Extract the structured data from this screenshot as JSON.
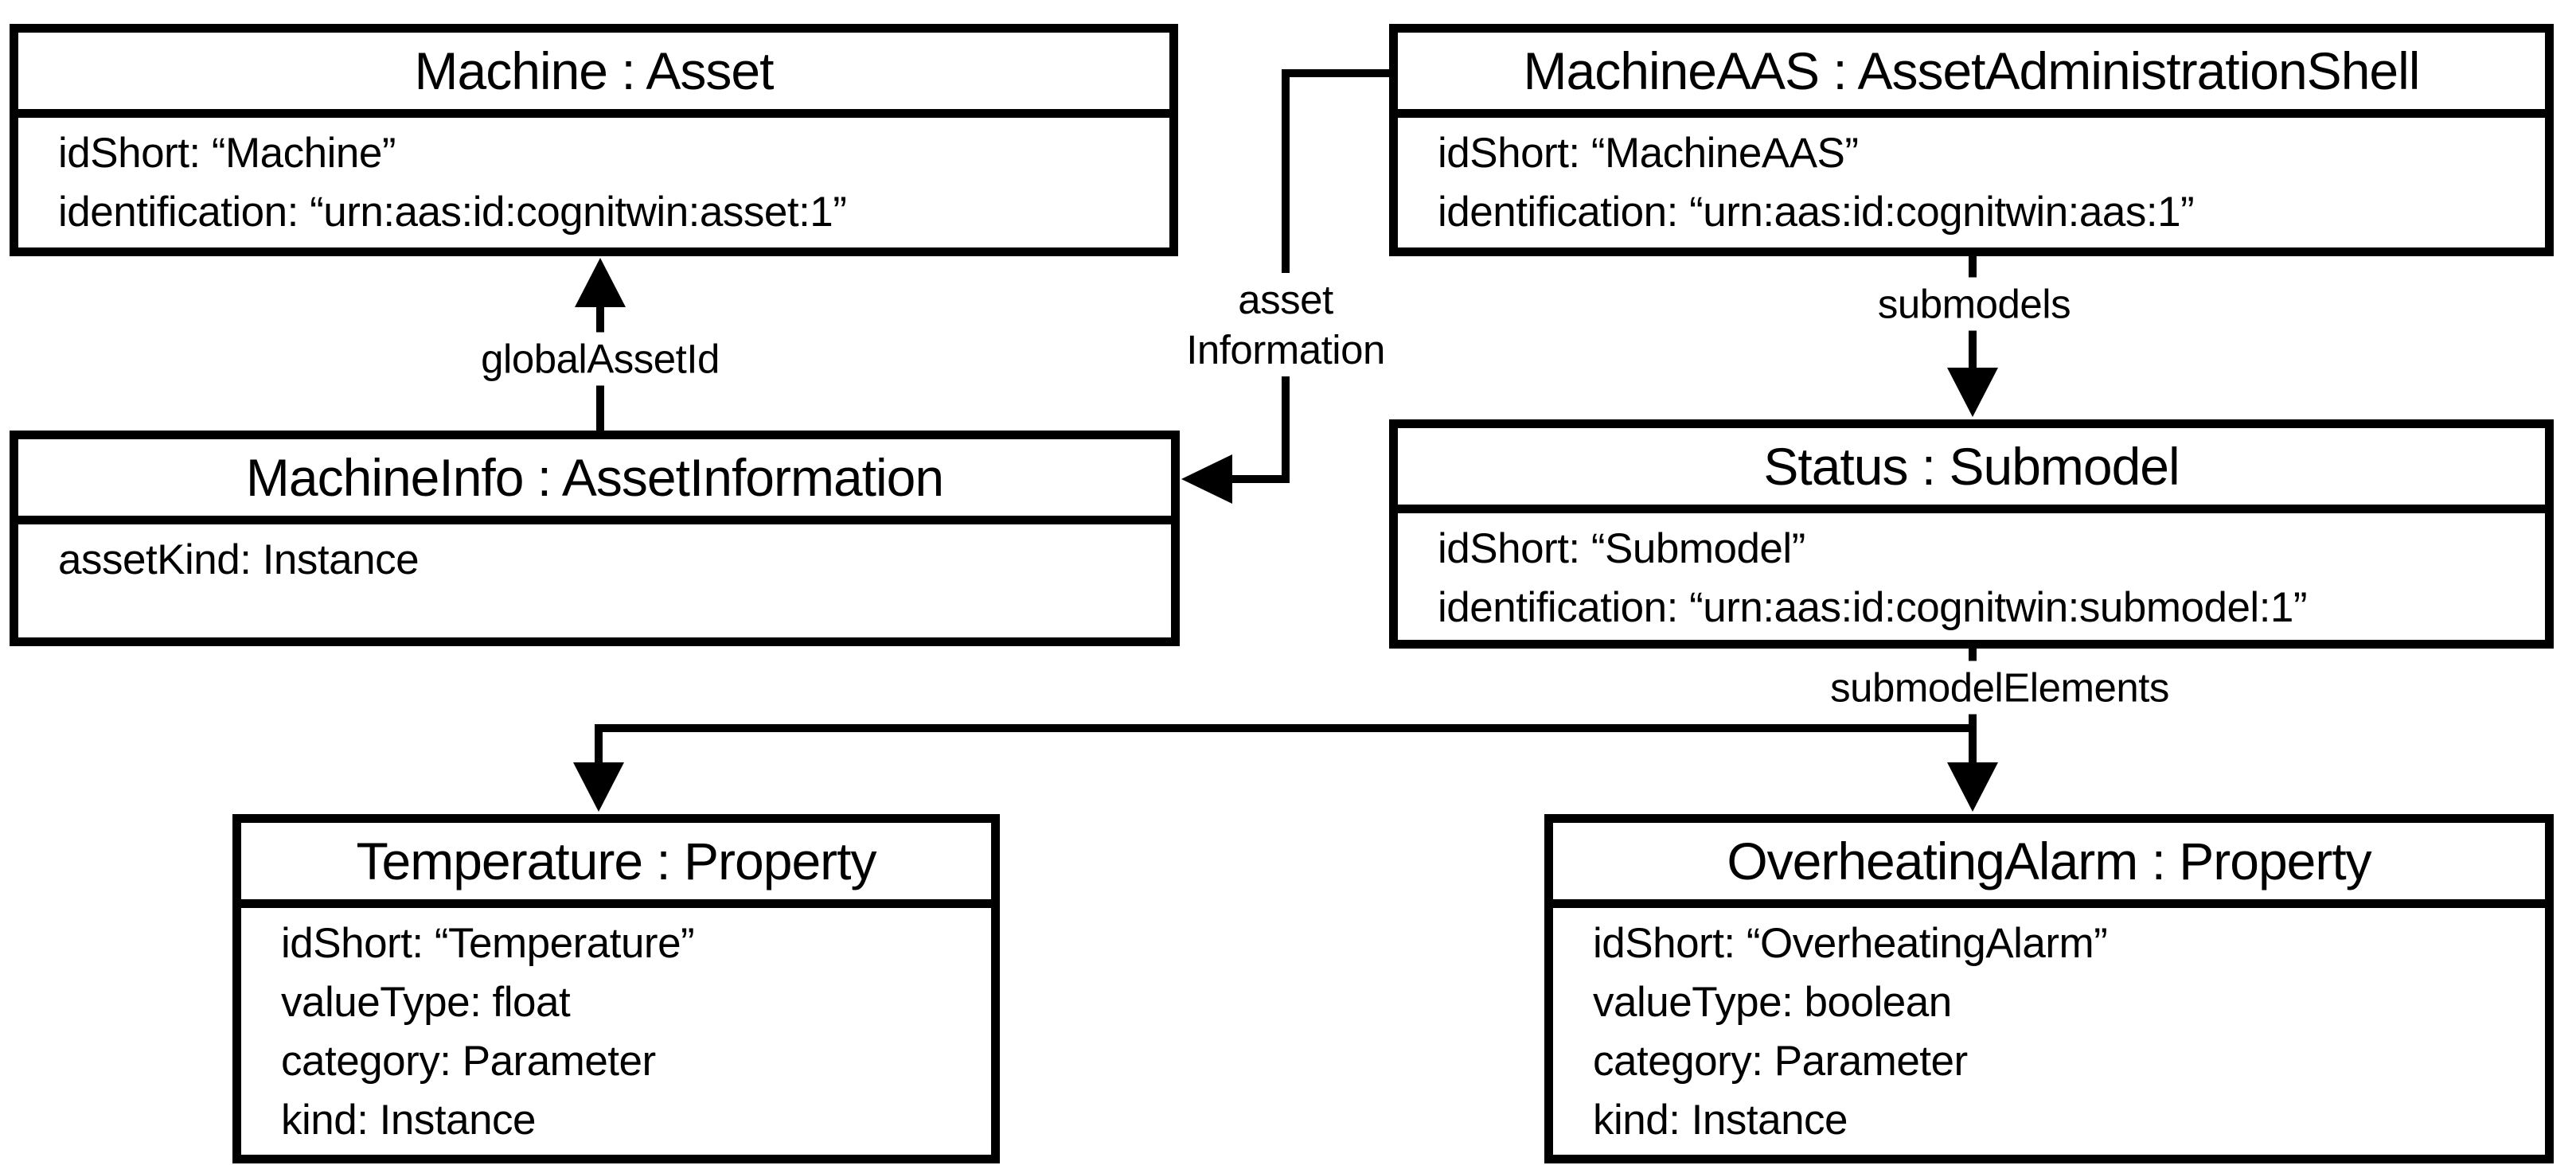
{
  "colors": {
    "background": "#ffffff",
    "line": "#000000",
    "text": "#000000"
  },
  "nodes": {
    "machine": {
      "title": "Machine : Asset",
      "attrs": [
        "idShort: “Machine”",
        "identification: “urn:aas:id:cognitwin:asset:1”"
      ]
    },
    "machineAAS": {
      "title": "MachineAAS : AssetAdministrationShell",
      "attrs": [
        "idShort: “MachineAAS”",
        "identification: “urn:aas:id:cognitwin:aas:1”"
      ]
    },
    "machineInfo": {
      "title": "MachineInfo : AssetInformation",
      "attrs": [
        "assetKind: Instance"
      ]
    },
    "status": {
      "title": "Status : Submodel",
      "attrs": [
        "idShort: “Submodel”",
        "identification: “urn:aas:id:cognitwin:submodel:1”"
      ]
    },
    "temperature": {
      "title": "Temperature : Property",
      "attrs": [
        "idShort: “Temperature”",
        "valueType: float",
        "category: Parameter",
        "kind: Instance"
      ]
    },
    "overheatingAlarm": {
      "title": "OverheatingAlarm : Property",
      "attrs": [
        "idShort: “OverheatingAlarm”",
        "valueType: boolean",
        "category: Parameter",
        "kind: Instance"
      ]
    }
  },
  "edge_labels": {
    "globalAssetId": "globalAssetId",
    "assetInformation": {
      "line1": "asset",
      "line2": "Information"
    },
    "submodels": "submodels",
    "submodelElements": "submodelElements"
  }
}
